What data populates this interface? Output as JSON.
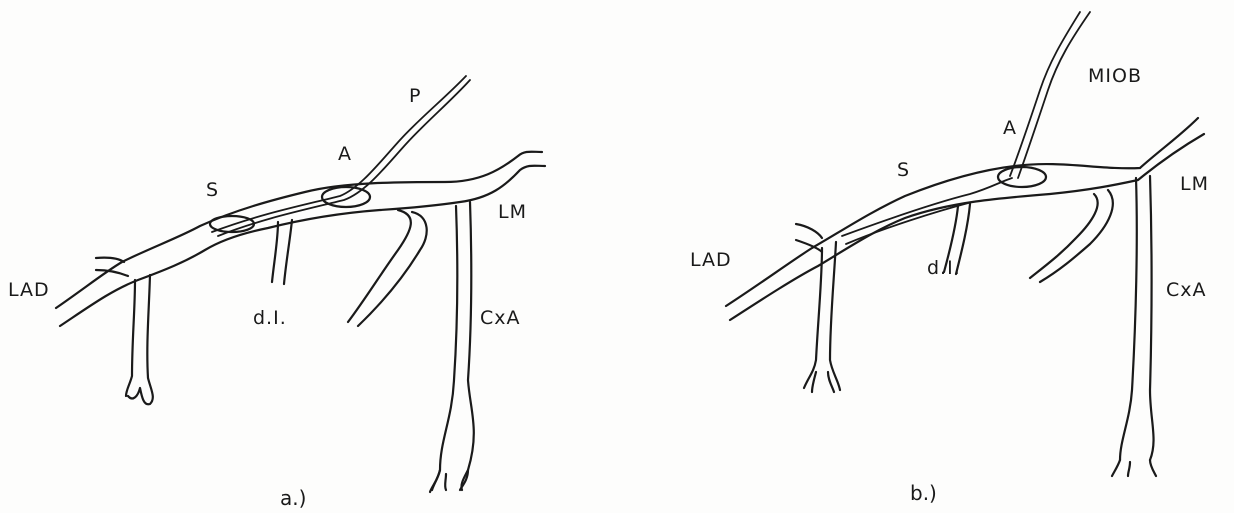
{
  "panels": [
    {
      "caption": "a.)",
      "labels": {
        "lad": "LAD",
        "s": "S",
        "a": "A",
        "p": "P",
        "di": "d.I.",
        "lm": "LM",
        "cxa": "CxA"
      }
    },
    {
      "caption": "b.)",
      "labels": {
        "lad": "LAD",
        "s": "S",
        "a": "A",
        "miob": "MIOB",
        "di": "d.I.",
        "lm": "LM",
        "cxa": "CxA"
      }
    }
  ],
  "colors": {
    "ink": "#1a1a1a",
    "paper": "#fdfdfc"
  }
}
